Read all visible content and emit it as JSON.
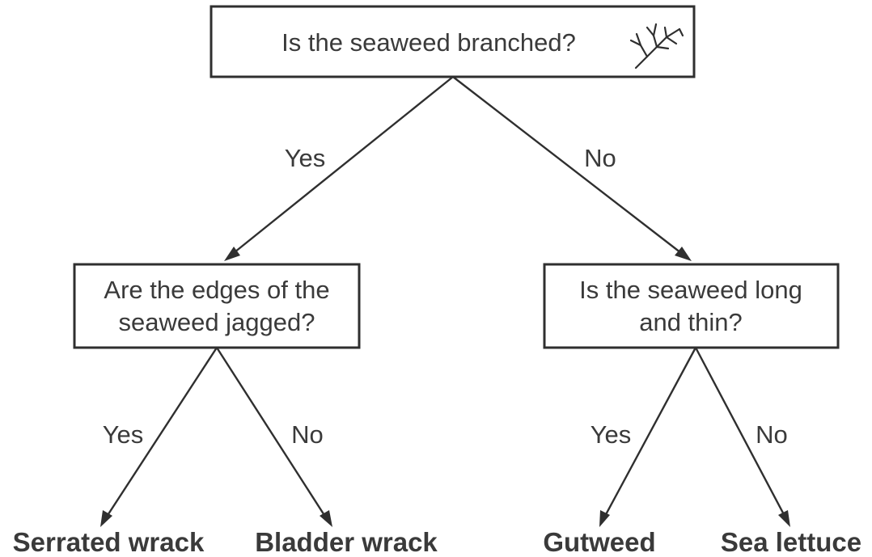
{
  "nodes": {
    "root": {
      "lines": [
        "Is the seaweed branched?"
      ],
      "icon": "branched-seaweed-icon"
    },
    "left": {
      "lines": [
        "Are the edges of the",
        "seaweed jagged?"
      ]
    },
    "right": {
      "lines": [
        "Is the seaweed long",
        "and thin?"
      ]
    }
  },
  "edges": {
    "root_yes": "Yes",
    "root_no": "No",
    "left_yes": "Yes",
    "left_no": "No",
    "right_yes": "Yes",
    "right_no": "No"
  },
  "leaves": {
    "serrated": "Serrated wrack",
    "bladder": "Bladder wrack",
    "gutweed": "Gutweed",
    "lettuce": "Sea lettuce"
  }
}
